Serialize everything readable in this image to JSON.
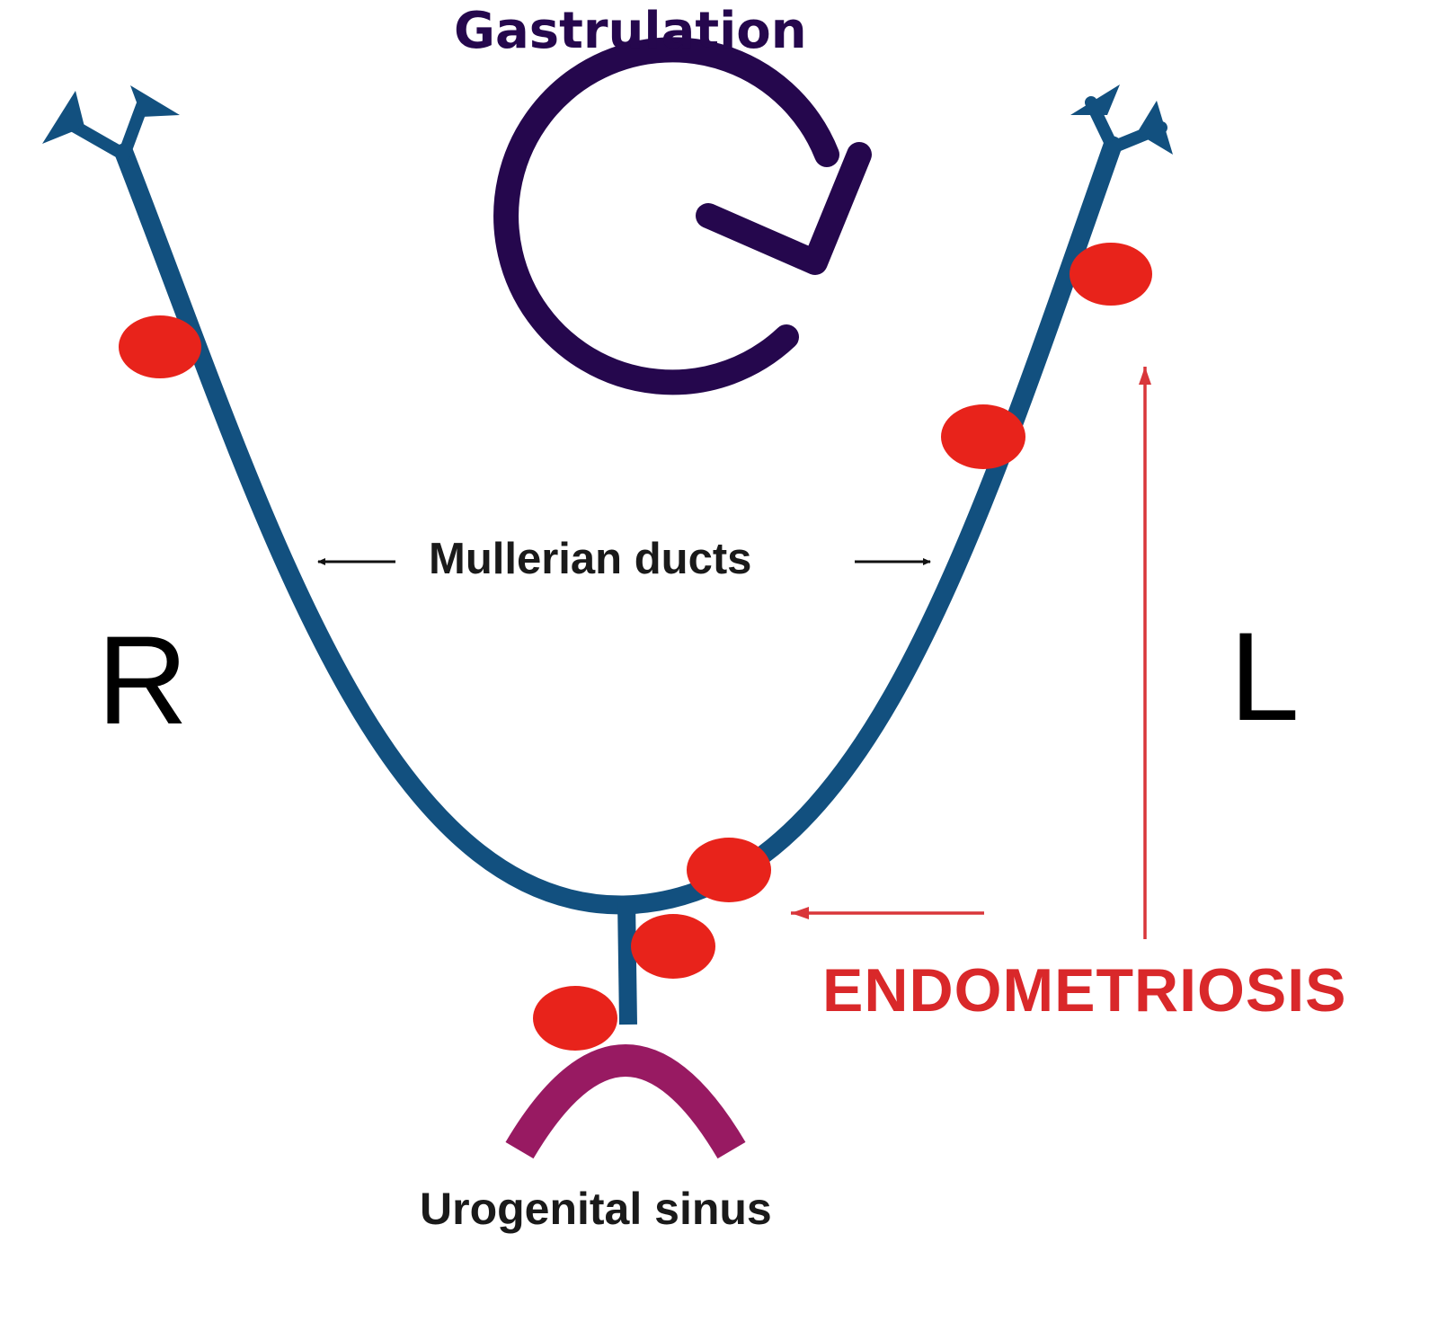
{
  "labels": {
    "gastrulation": "Gastrulation",
    "mullerian_ducts": "Mullerian ducts",
    "right_side": "R",
    "left_side": "L",
    "endometriosis": "ENDOMETRIOSIS",
    "urogenital_sinus": "Urogenital sinus"
  },
  "icons": {
    "rotation": "clockwise-rotation-arrow-icon"
  },
  "colors": {
    "duct": "#12507f",
    "lesion": "#e8231b",
    "gastrulation": "#25074d",
    "sinus": "#981a62",
    "endometriosis": "#d9282a",
    "annotation_arrow": "#d9363a"
  }
}
